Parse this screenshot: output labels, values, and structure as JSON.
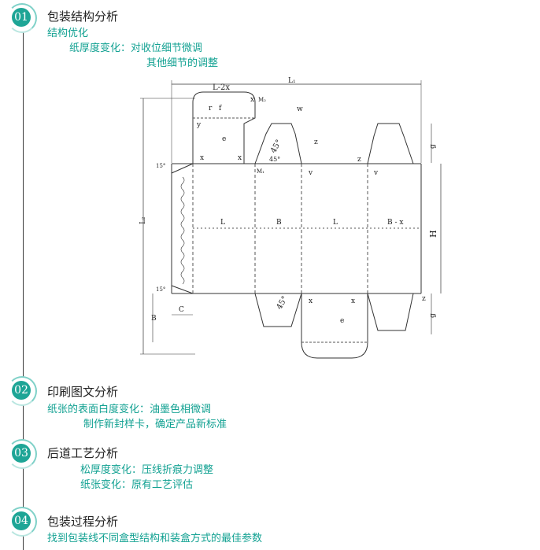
{
  "sections": [
    {
      "number": "01",
      "title": "包装结构分析",
      "lines": [
        "结构优化",
        "纸厚度变化：对收位细节微调",
        "其他细节的调整"
      ]
    },
    {
      "number": "02",
      "title": "印刷图文分析",
      "lines": [
        "纸张的表面白度变化：油墨色相微调",
        "制作新封样卡，确定产品新标准"
      ]
    },
    {
      "number": "03",
      "title": "后道工艺分析",
      "lines": [
        "松厚度变化：压线折痕力调整",
        "纸张变化：原有工艺评估"
      ]
    },
    {
      "number": "04",
      "title": "包装过程分析",
      "lines": [
        "找到包装线不同盒型结构和装盒方式的最佳参数"
      ]
    }
  ],
  "diagram": {
    "labels": {
      "l1": "L₁",
      "l2": "L₂",
      "l2x": "L-2x",
      "h": "H",
      "panel_l_a": "L",
      "panel_b_a": "B",
      "panel_l_b": "L",
      "panel_bx": "B - x",
      "x": "x",
      "w": "w",
      "r": "r",
      "f": "f",
      "y": "y",
      "e": "e",
      "v": "v",
      "z": "z",
      "g": "g",
      "b": "B",
      "c": "C",
      "m2": "M₂",
      "m1": "M₁",
      "a45": "45°",
      "a15": "15°"
    },
    "colors": {
      "line": "#333333",
      "dash": "#555555",
      "text": "#222222"
    }
  }
}
